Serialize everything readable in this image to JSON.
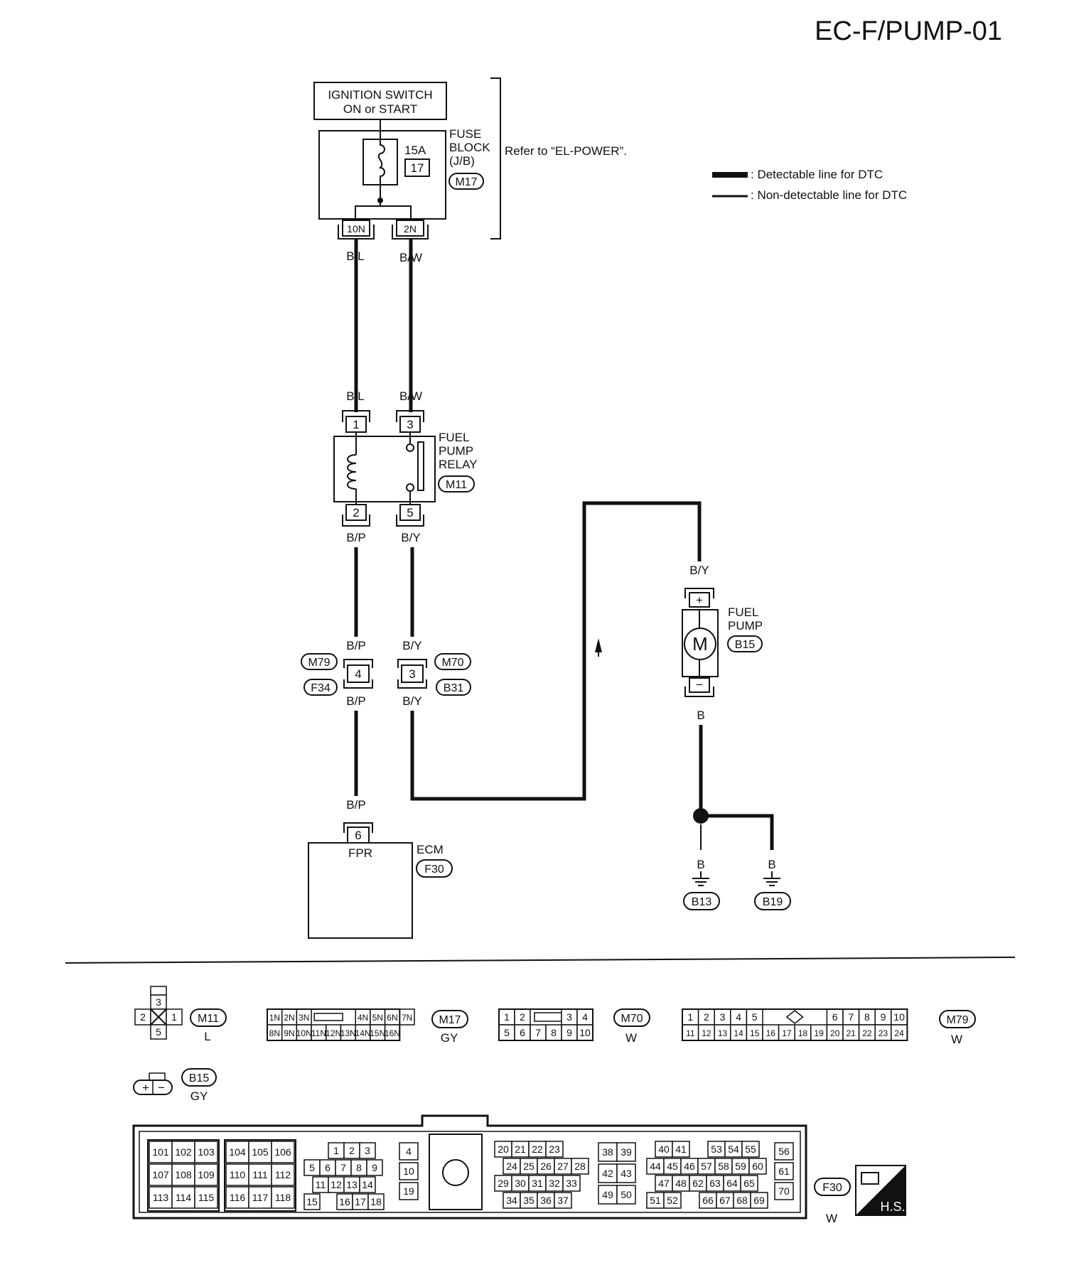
{
  "page_title": "EC-F/PUMP-01",
  "legend": {
    "detectable": ": Detectable line for DTC",
    "non_detectable": ": Non-detectable line for DTC"
  },
  "refer_note": "Refer to “EL-POWER”.",
  "ignition_switch": {
    "line1": "IGNITION SWITCH",
    "line2": "ON or START"
  },
  "fuse_block": {
    "line1": "FUSE",
    "line2": "BLOCK",
    "line3": "(J/B)",
    "connector": "M17",
    "fuse_rating": "15A",
    "fuse_number": "17",
    "pin_left": "10N",
    "pin_right": "2N"
  },
  "fuel_pump_relay": {
    "line1": "FUEL",
    "line2": "PUMP",
    "line3": "RELAY",
    "connector": "M11",
    "pins": {
      "p1": "1",
      "p3": "3",
      "p2": "2",
      "p5": "5"
    }
  },
  "fuel_pump": {
    "line1": "FUEL",
    "line2": "PUMP",
    "connector": "B15",
    "motor": "M",
    "plus": "+",
    "minus": "−"
  },
  "ecm": {
    "name": "ECM",
    "connector": "F30",
    "pin": "6",
    "terminal": "FPR"
  },
  "joint_connectors": {
    "left": {
      "pin": "4",
      "top": "M79",
      "bottom": "F34"
    },
    "right": {
      "pin": "3",
      "top": "M70",
      "bottom": "B31"
    }
  },
  "wire_colors": {
    "bl": "B/L",
    "bw": "B/W",
    "bp": "B/P",
    "by": "B/Y",
    "b": "B"
  },
  "grounds": {
    "g1": "B13",
    "g2": "B19"
  },
  "connector_views": {
    "m11": {
      "id": "M11",
      "color": "L",
      "pins": [
        "3",
        "2",
        "1",
        "5"
      ]
    },
    "m17": {
      "id": "M17",
      "color": "GY",
      "row1": [
        "1N",
        "2N",
        "3N",
        "4N",
        "5N",
        "6N",
        "7N"
      ],
      "row2": [
        "8N",
        "9N",
        "10N",
        "11N",
        "12N",
        "13N",
        "14N",
        "15N",
        "16N"
      ]
    },
    "m70": {
      "id": "M70",
      "color": "W",
      "row1": [
        "1",
        "2",
        "3",
        "4"
      ],
      "row2": [
        "5",
        "6",
        "7",
        "8",
        "9",
        "10"
      ]
    },
    "m79": {
      "id": "M79",
      "color": "W",
      "row1": [
        "1",
        "2",
        "3",
        "4",
        "5",
        "6",
        "7",
        "8",
        "9",
        "10"
      ],
      "row2": [
        "11",
        "12",
        "13",
        "14",
        "15",
        "16",
        "17",
        "18",
        "19",
        "20",
        "21",
        "22",
        "23",
        "24"
      ]
    },
    "b15": {
      "id": "B15",
      "color": "GY",
      "pins": [
        "+",
        "−"
      ]
    },
    "f30": {
      "id": "F30",
      "color": "W",
      "g1": [
        [
          "101",
          "102",
          "103"
        ],
        [
          "107",
          "108",
          "109"
        ],
        [
          "113",
          "114",
          "115"
        ]
      ],
      "g2": [
        [
          "104",
          "105",
          "106"
        ],
        [
          "110",
          "111",
          "112"
        ],
        [
          "116",
          "117",
          "118"
        ]
      ],
      "g3": [
        [
          "1",
          "2",
          "3"
        ],
        [
          "5",
          "6",
          "7",
          "8",
          "9"
        ],
        [
          "11",
          "12",
          "13",
          "14"
        ],
        [
          "15",
          "16",
          "17",
          "18"
        ]
      ],
      "g4": [
        "4",
        "10",
        "19"
      ],
      "g5": [
        [
          "20",
          "21",
          "22",
          "23"
        ],
        [
          "24",
          "25",
          "26",
          "27",
          "28"
        ],
        [
          "29",
          "30",
          "31",
          "32",
          "33"
        ],
        [
          "34",
          "35",
          "36",
          "37"
        ]
      ],
      "g6": [
        [
          "38",
          "39"
        ],
        [
          "42",
          "43"
        ],
        [
          "49",
          "50"
        ]
      ],
      "g7": [
        [
          "40",
          "41",
          "53",
          "54",
          "55"
        ],
        [
          "44",
          "45",
          "46",
          "57",
          "58",
          "59",
          "60"
        ],
        [
          "47",
          "48",
          "62",
          "63",
          "64",
          "65"
        ],
        [
          "51",
          "52",
          "66",
          "67",
          "68",
          "69"
        ]
      ],
      "g8": [
        "56",
        "61",
        "70"
      ]
    },
    "hs": "H.S."
  }
}
